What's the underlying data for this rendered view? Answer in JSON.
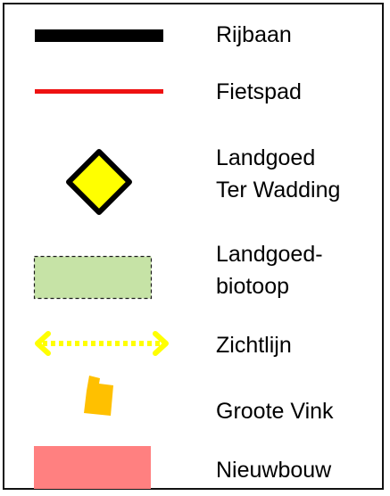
{
  "legend": {
    "items": [
      {
        "label": "Rijbaan",
        "symbol": "black-road-line-icon",
        "color": "#000000"
      },
      {
        "label": "Fietspad",
        "symbol": "red-bike-path-line-icon",
        "color": "#ee1111"
      },
      {
        "label_line1": "Landgoed",
        "label_line2": "Ter Wadding",
        "symbol": "yellow-diamond-icon",
        "color": "#ffff00"
      },
      {
        "label_line1": "Landgoed-",
        "label_line2": "biotoop",
        "symbol": "green-dashed-area-icon",
        "color": "#c6e3a6"
      },
      {
        "label": "Zichtlijn",
        "symbol": "yellow-dotted-double-arrow-icon",
        "color": "#ffff00"
      },
      {
        "label": "Groote Vink",
        "symbol": "orange-building-icon",
        "color": "#ffc000"
      },
      {
        "label": "Nieuwbouw",
        "symbol": "pink-rectangle-icon",
        "color": "#ff8080"
      }
    ]
  }
}
